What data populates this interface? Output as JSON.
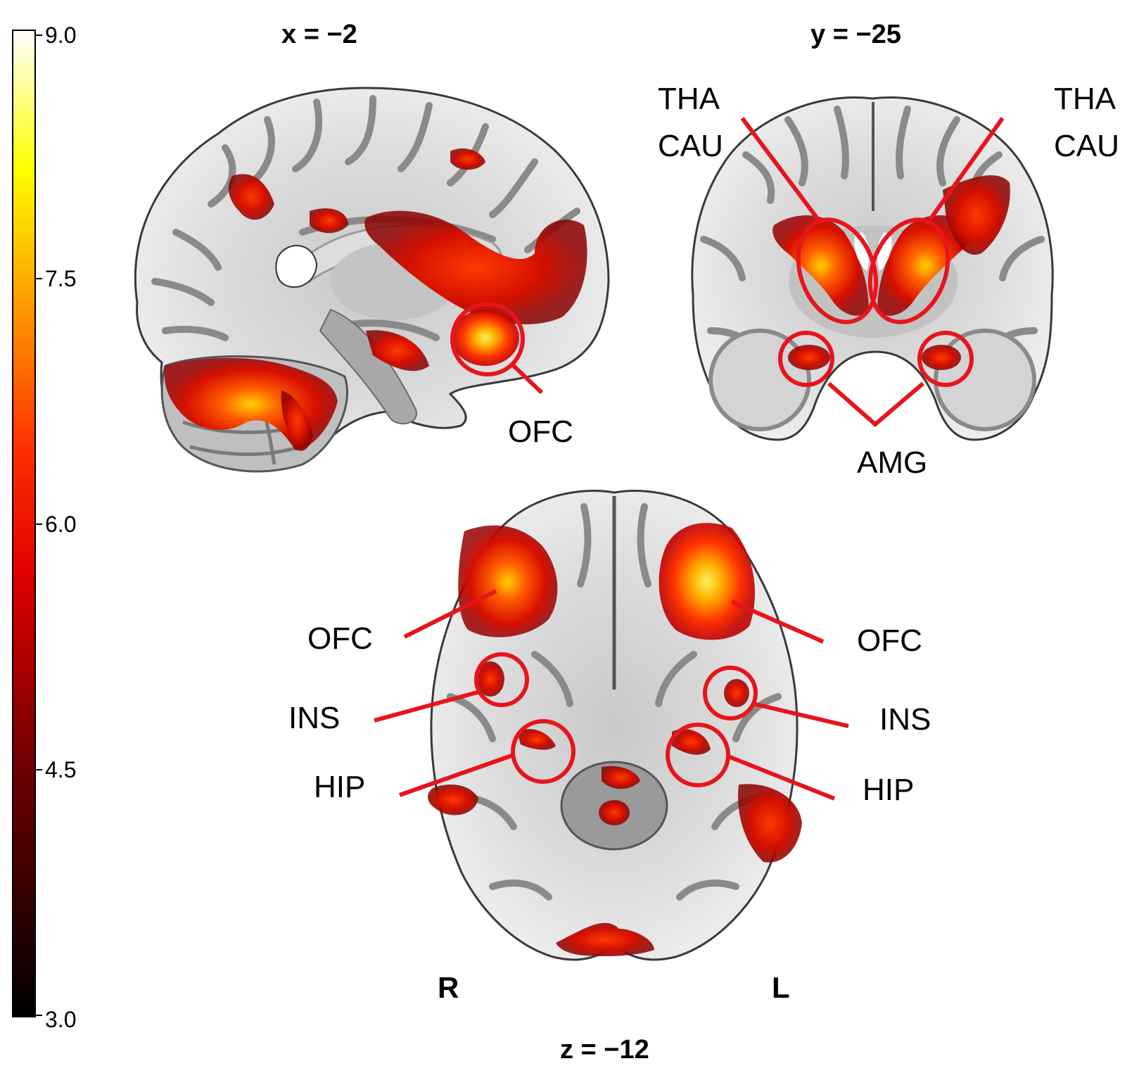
{
  "colorbar": {
    "ticks": [
      "9.0",
      "7.5",
      "6.0",
      "4.5",
      "3.0"
    ],
    "min": 3.0,
    "max": 9.0,
    "colormap": "hot",
    "colors": [
      "#000000",
      "#7a0000",
      "#ff0000",
      "#ff8000",
      "#ffff00",
      "#ffffff"
    ]
  },
  "sagittal": {
    "coordinate": "x = −2",
    "labels": {
      "ofc": "OFC"
    }
  },
  "coronal": {
    "coordinate": "y = −25",
    "labels": {
      "tha_left": "THA",
      "cau_left": "CAU",
      "tha_right": "THA",
      "cau_right": "CAU",
      "amg": "AMG"
    }
  },
  "axial": {
    "coordinate": "z = −12",
    "orientation": {
      "right": "R",
      "left": "L"
    },
    "labels": {
      "ofc_left": "OFC",
      "ofc_right": "OFC",
      "ins_left": "INS",
      "ins_right": "INS",
      "hip_left": "HIP",
      "hip_right": "HIP"
    }
  },
  "annotation_color": "#e8141c",
  "brain_colors": {
    "gray_matter": "#8a8a8a",
    "white_matter": "#e6e6e6",
    "outline": "#3a3a3a"
  }
}
